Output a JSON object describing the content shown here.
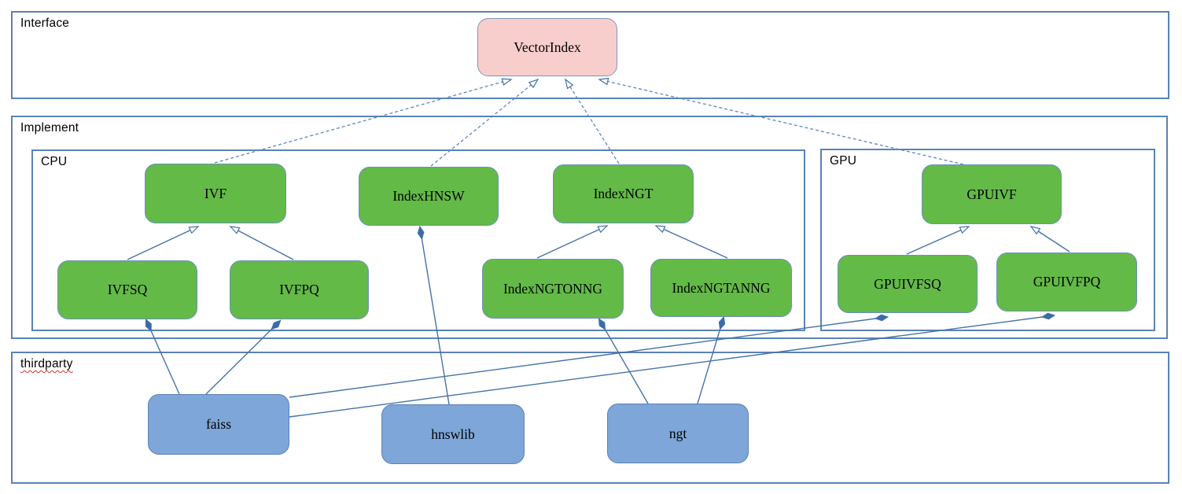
{
  "groups": {
    "interface": {
      "label": "Interface"
    },
    "implement": {
      "label": "Implement"
    },
    "cpu": {
      "label": "CPU"
    },
    "gpu": {
      "label": "GPU"
    },
    "thirdparty": {
      "label": "thirdparty"
    }
  },
  "nodes": {
    "vectorindex": {
      "label": "VectorIndex",
      "color": "pink"
    },
    "ivf": {
      "label": "IVF",
      "color": "green"
    },
    "indexhnsw": {
      "label": "IndexHNSW",
      "color": "green"
    },
    "indexngt": {
      "label": "IndexNGT",
      "color": "green"
    },
    "ivfsq": {
      "label": "IVFSQ",
      "color": "green"
    },
    "ivfpq": {
      "label": "IVFPQ",
      "color": "green"
    },
    "indexngtonng": {
      "label": "IndexNGTONNG",
      "color": "green"
    },
    "indexngtanng": {
      "label": "IndexNGTANNG",
      "color": "green"
    },
    "gpuivf": {
      "label": "GPUIVF",
      "color": "green"
    },
    "gpuivfsq": {
      "label": "GPUIVFSQ",
      "color": "green"
    },
    "gpuivfpq": {
      "label": "GPUIVFPQ",
      "color": "green"
    },
    "faiss": {
      "label": "faiss",
      "color": "blue"
    },
    "hnswlib": {
      "label": "hnswlib",
      "color": "blue"
    },
    "ngt": {
      "label": "ngt",
      "color": "blue"
    }
  },
  "edges": [
    {
      "from": "ivf",
      "to": "vectorindex",
      "type": "realization-dashed"
    },
    {
      "from": "indexhnsw",
      "to": "vectorindex",
      "type": "realization-dashed"
    },
    {
      "from": "indexngt",
      "to": "vectorindex",
      "type": "realization-dashed"
    },
    {
      "from": "gpuivf",
      "to": "vectorindex",
      "type": "realization-dashed"
    },
    {
      "from": "ivfsq",
      "to": "ivf",
      "type": "inheritance"
    },
    {
      "from": "ivfpq",
      "to": "ivf",
      "type": "inheritance"
    },
    {
      "from": "indexngtonng",
      "to": "indexngt",
      "type": "inheritance"
    },
    {
      "from": "indexngtanng",
      "to": "indexngt",
      "type": "inheritance"
    },
    {
      "from": "gpuivfsq",
      "to": "gpuivf",
      "type": "inheritance"
    },
    {
      "from": "gpuivfpq",
      "to": "gpuivf",
      "type": "inheritance"
    },
    {
      "from": "ivfsq",
      "to": "faiss",
      "type": "composition"
    },
    {
      "from": "ivfpq",
      "to": "faiss",
      "type": "composition"
    },
    {
      "from": "indexhnsw",
      "to": "hnswlib",
      "type": "composition"
    },
    {
      "from": "indexngtonng",
      "to": "ngt",
      "type": "composition"
    },
    {
      "from": "indexngtanng",
      "to": "ngt",
      "type": "composition"
    },
    {
      "from": "gpuivfsq",
      "to": "faiss",
      "type": "composition"
    },
    {
      "from": "gpuivfpq",
      "to": "faiss",
      "type": "composition"
    }
  ],
  "colors": {
    "container_border": "#5b82b5",
    "node_green_fill": "#63ba47",
    "node_blue_fill": "#7ea6d8",
    "node_pink_fill": "#f8cecc",
    "edge_line": "#4472a8",
    "composition_diamond": "#3c6ca8",
    "spellcheck_underline": "#d03030"
  }
}
